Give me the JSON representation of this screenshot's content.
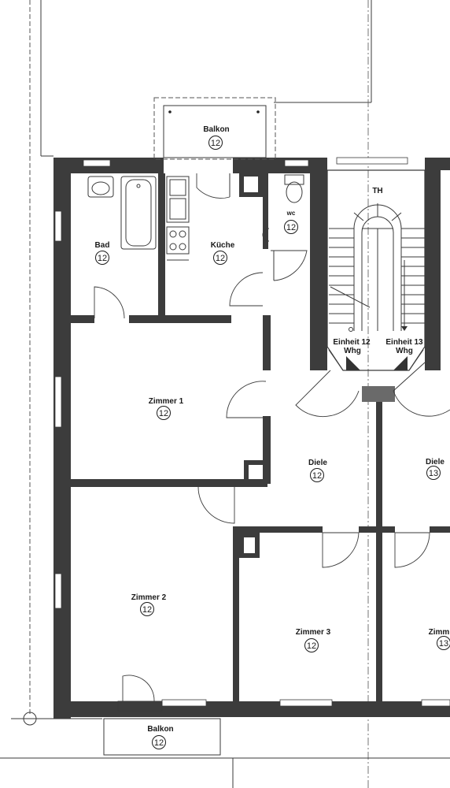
{
  "rooms": {
    "balkon_top": {
      "name": "Balkon",
      "num": "12"
    },
    "bad": {
      "name": "Bad",
      "num": "12"
    },
    "kueche": {
      "name": "Küche",
      "num": "12"
    },
    "wc": {
      "name": "wc",
      "num": "12"
    },
    "zimmer1": {
      "name": "Zimmer 1",
      "num": "12"
    },
    "diele12": {
      "name": "Diele",
      "num": "12"
    },
    "diele13": {
      "name": "Diele",
      "num": "13"
    },
    "zimmer2": {
      "name": "Zimmer 2",
      "num": "12"
    },
    "zimmer3": {
      "name": "Zimmer 3",
      "num": "12"
    },
    "zimmer13": {
      "name": "Zimm",
      "num": "13"
    },
    "balkon_bottom": {
      "name": "Balkon",
      "num": "12"
    }
  },
  "stair": {
    "label": "TH",
    "unit12_line1": "Einheit 12",
    "unit12_line2": "Whg",
    "unit13_line1": "Einheit 13",
    "unit13_line2": "Whg"
  },
  "colors": {
    "wall": "#3c3c3c",
    "line": "#3a3a3a",
    "background": "#ffffff"
  }
}
